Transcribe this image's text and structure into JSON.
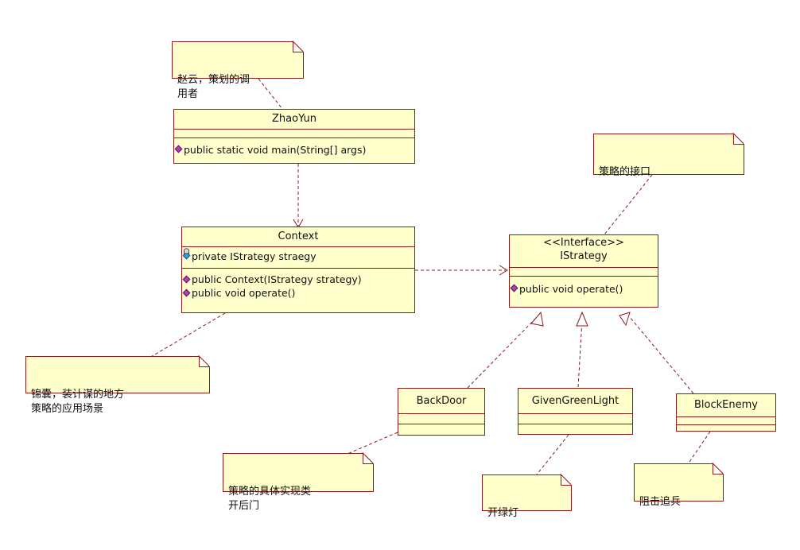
{
  "classes": {
    "zhaoyun": {
      "name": "ZhaoYun",
      "methods": [
        "public static void main(String[] args)"
      ]
    },
    "context": {
      "name": "Context",
      "attributes": [
        "private IStrategy straegy"
      ],
      "methods": [
        "public Context(IStrategy strategy)",
        "public void operate()"
      ]
    },
    "istrategy": {
      "stereotype": "<<Interface>>",
      "name": "IStrategy",
      "methods": [
        "public void operate()"
      ]
    },
    "backdoor": {
      "name": "BackDoor"
    },
    "givengreenlight": {
      "name": "GivenGreenLight"
    },
    "blockenemy": {
      "name": "BlockEnemy"
    }
  },
  "notes": {
    "zhaoyun_note": "赵云，策划的调\n用者",
    "interface_note": "策略的接口",
    "context_note": "锦囊，装计谋的地方\n策略的应用场景",
    "backdoor_note": "策略的具体实现类\n开后门",
    "greenlight_note": "开绿灯",
    "blockenemy_note": "阻击追兵"
  },
  "colors": {
    "border": "#8b1a1a",
    "fill": "#ffffcc",
    "method_icon": "#b040b0",
    "attribute_icon": "#3aa0d8"
  }
}
